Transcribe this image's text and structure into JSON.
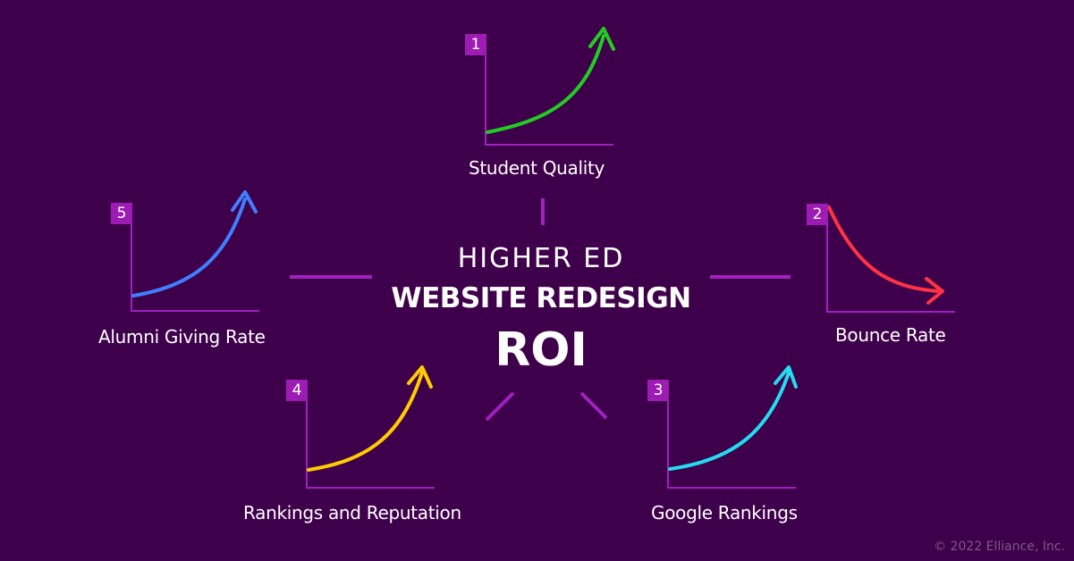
{
  "center": {
    "line1": "HIGHER ED",
    "line2": "WEBSITE REDESIGN",
    "line3": "ROI"
  },
  "panels": [
    {
      "number": "1",
      "label": "Student Quality",
      "trend": "up",
      "color": "#22cc22"
    },
    {
      "number": "2",
      "label": "Bounce Rate",
      "trend": "down",
      "color": "#ff3344"
    },
    {
      "number": "3",
      "label": "Google Rankings",
      "trend": "up",
      "color": "#22ddf0"
    },
    {
      "number": "4",
      "label": "Rankings and Reputation",
      "trend": "up",
      "color": "#ffcc00"
    },
    {
      "number": "5",
      "label": "Alumni Giving Rate",
      "trend": "up",
      "color": "#3f7fff"
    }
  ],
  "copyright": "© 2022 Elliance, Inc.",
  "colors": {
    "background": "#3f004b",
    "axis": "#a020c0",
    "badge": "#9c1cb4",
    "connector": "#a020c0"
  }
}
